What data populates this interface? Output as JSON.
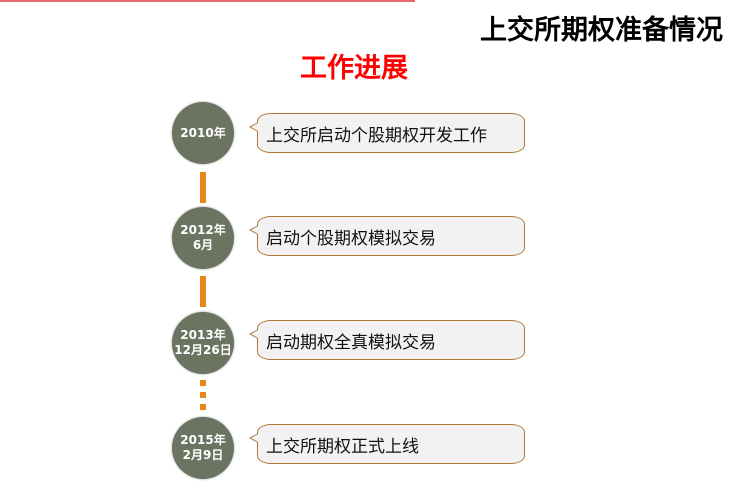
{
  "header": {
    "title": "上交所期权准备情况",
    "subtitle": "工作进展"
  },
  "timeline": [
    {
      "date_line1": "2010年",
      "date_line2": "",
      "event": "上交所启动个股期权开发工作"
    },
    {
      "date_line1": "2012年",
      "date_line2": "6月",
      "event": "启动个股期权模拟交易"
    },
    {
      "date_line1": "2013年",
      "date_line2": "12月26日",
      "event": "启动期权全真模拟交易"
    },
    {
      "date_line1": "2015年",
      "date_line2": "2月9日",
      "event": "上交所期权正式上线"
    }
  ],
  "colors": {
    "circle": "#6b7361",
    "connector": "#e8861a",
    "subtitle": "#ff0000",
    "bubble_border": "#b07838"
  }
}
